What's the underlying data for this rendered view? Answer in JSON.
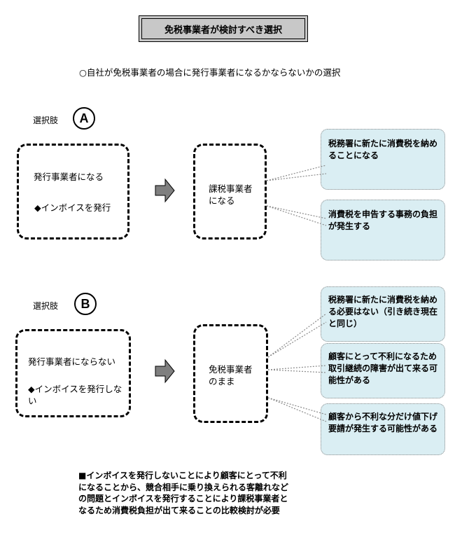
{
  "title": "免税事業者が検討すべき選択",
  "intro": "○自社が免税事業者の場合に発行事業者になるかならないかの選択",
  "options": [
    {
      "label": "選択肢",
      "letter": "A",
      "choice_line1": "発行事業者になる",
      "choice_line2": "◆インボイスを発行",
      "result": "課税事業者\nになる",
      "callouts": [
        "税務署に新たに消費税を納めることになる",
        "消費税を申告する事務の負担が発生する"
      ]
    },
    {
      "label": "選択肢",
      "letter": "B",
      "choice_line1": "発行事業者にならない",
      "choice_line2": "◆インボイスを発行しない",
      "result": "免税事業者\nのまま",
      "callouts": [
        "税務署に新たに消費税を納める必要はない（引き続き現在と同じ）",
        "顧客にとって不利になるため取引継続の障害が出て来る可能性がある",
        "顧客から不利な分だけ値下げ要請が発生する可能性がある"
      ]
    }
  ],
  "footnote": "■インボイスを発行しないことにより顧客にとって不利になることから、競合相手に乗り換えられる客離れなどの問題とインボイスを発行することにより課税事業者となるため消費税負担が出て来ることの比較検討が必要",
  "colors": {
    "title_bg": "#c8c8c8",
    "callout_bg": "#daeef3",
    "arrow": "#7f7f7f"
  }
}
